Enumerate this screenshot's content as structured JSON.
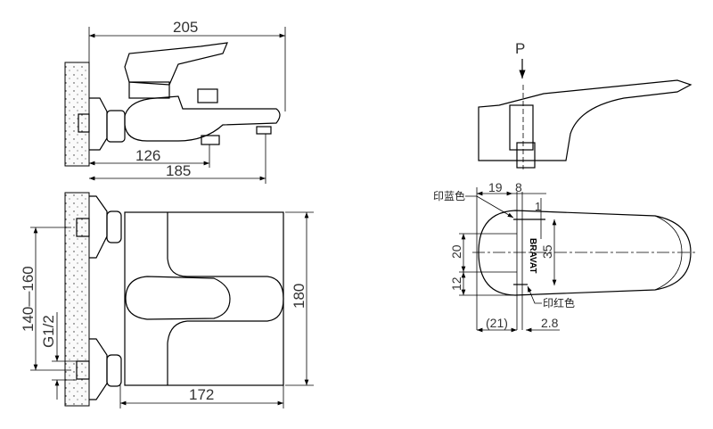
{
  "side_view": {
    "width_total": "205",
    "outlet_distance": "126",
    "spout_distance": "185"
  },
  "front_view": {
    "centers": "140—160",
    "thread": "G1/2",
    "height": "180",
    "width": "172"
  },
  "handle_view": {
    "pressure_label": "P"
  },
  "handle_top": {
    "dim_19": "19",
    "dim_8": "8",
    "dim_1": "1",
    "dim_20": "20",
    "dim_35": "35",
    "dim_12": "12",
    "dim_21": "(21)",
    "dim_2_8": "2.8",
    "blue_mark": "印蓝色",
    "red_mark": "印红色",
    "logo": "BRAVAT"
  }
}
